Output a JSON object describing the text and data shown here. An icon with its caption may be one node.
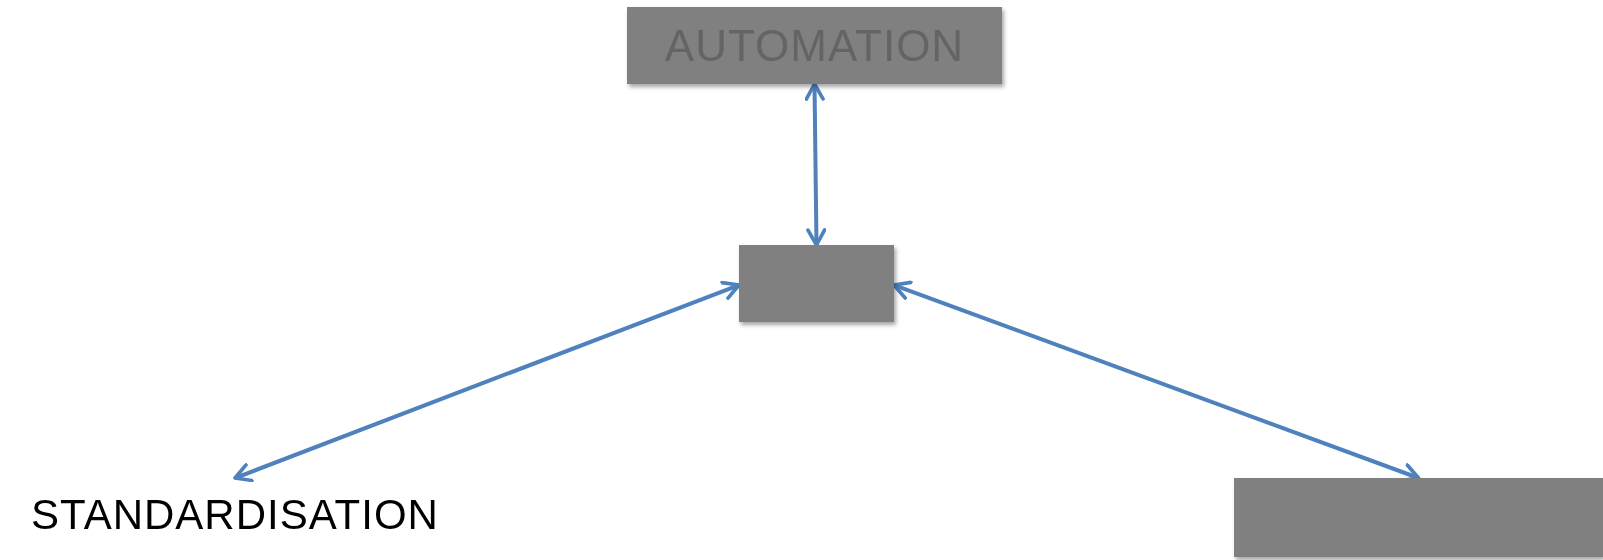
{
  "diagram": {
    "nodes": [
      {
        "text": [
          "AUTOMATION"
        ]
      },
      {
        "text": [],
        "shape": "box"
      },
      {
        "text": [
          "STANDARDISATION"
        ]
      },
      {
        "text": [],
        "shape": "box"
      }
    ],
    "edges": [
      {
        "from": 0,
        "to": 1,
        "arrow": "both"
      },
      {
        "from": 1,
        "to": 2,
        "arrow": "both"
      },
      {
        "from": 1,
        "to": 3,
        "arrow": "both"
      }
    ]
  }
}
